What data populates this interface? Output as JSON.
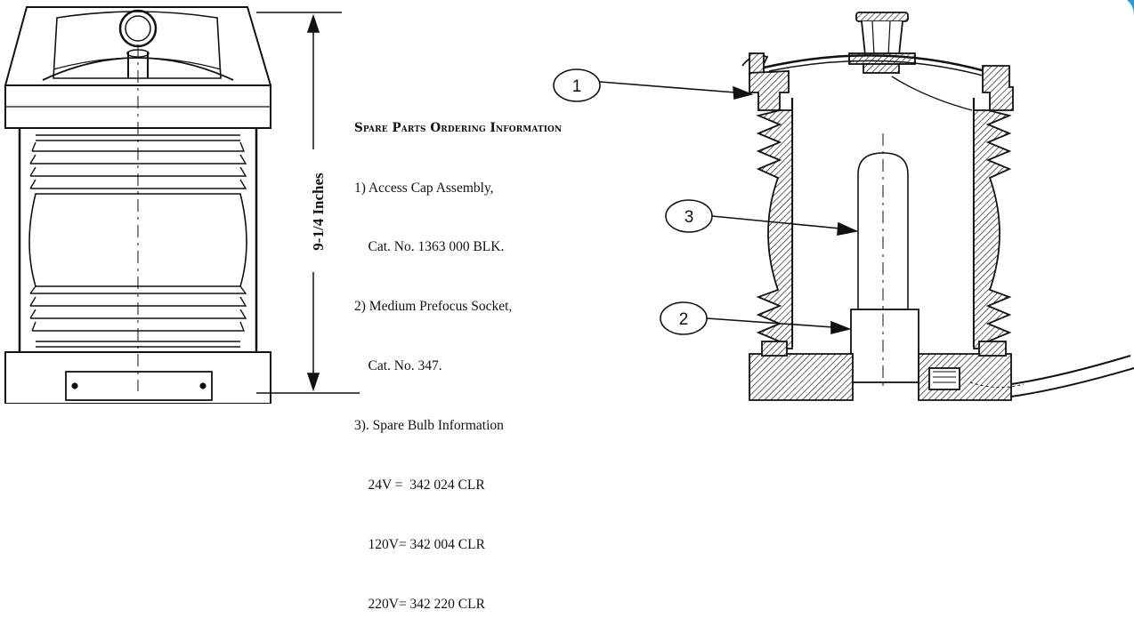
{
  "dimension_label": "9-1/4 Inches",
  "spare_parts": {
    "title": "Spare Parts Ordering Information",
    "lines": [
      "1) Access Cap Assembly,",
      "    Cat. No. 1363 000 BLK.",
      "2) Medium Prefocus Socket,",
      "    Cat. No. 347.",
      "3). Spare Bulb Information",
      "    24V =  342 024 CLR",
      "    120V= 342 004 CLR",
      "    220V= 342 220 CLR"
    ]
  },
  "callouts": [
    "1",
    "3",
    "2"
  ],
  "colors": {
    "line": "#111111",
    "accent": "#1aa0e0"
  }
}
